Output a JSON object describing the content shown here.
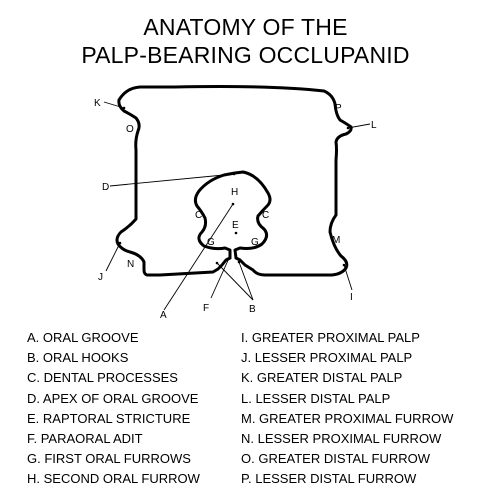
{
  "title": {
    "line1": "ANATOMY OF THE",
    "line2": "PALP-BEARING OCCLUPANID"
  },
  "diagram_labels": {
    "A": "A",
    "B": "B",
    "C_left": "C",
    "C_right": "C",
    "D": "D",
    "E": "E",
    "F": "F",
    "G_left": "G",
    "G_right": "G",
    "H": "H",
    "I": "I",
    "J": "J",
    "K": "K",
    "L": "L",
    "M": "M",
    "N": "N",
    "O": "O",
    "P": "P"
  },
  "legend": {
    "left": [
      "A. ORAL GROOVE",
      "B. ORAL HOOKS",
      "C. DENTAL PROCESSES",
      "D. APEX OF ORAL GROOVE",
      "E. RAPTORAL STRICTURE",
      "F. PARAORAL ADIT",
      "G. FIRST ORAL FURROWS",
      "H. SECOND ORAL FURROW"
    ],
    "right": [
      "I. GREATER PROXIMAL PALP",
      "J. LESSER PROXIMAL PALP",
      "K. GREATER DISTAL PALP",
      "L. LESSER DISTAL PALP",
      "M. GREATER PROXIMAL FURROW",
      "N. LESSER PROXIMAL FURROW",
      "O. GREATER DISTAL FURROW",
      "P. LESSER DISTAL FURROW"
    ]
  }
}
